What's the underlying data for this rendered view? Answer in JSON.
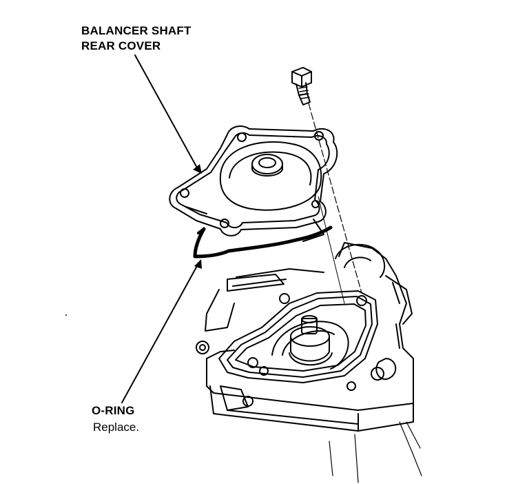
{
  "callouts": {
    "cover": {
      "line1": "BALANCER SHAFT",
      "line2": "REAR COVER"
    },
    "oring": {
      "title": "O-RING",
      "note": "Replace."
    }
  },
  "colors": {
    "ink": "#000000",
    "paper": "#ffffff"
  }
}
